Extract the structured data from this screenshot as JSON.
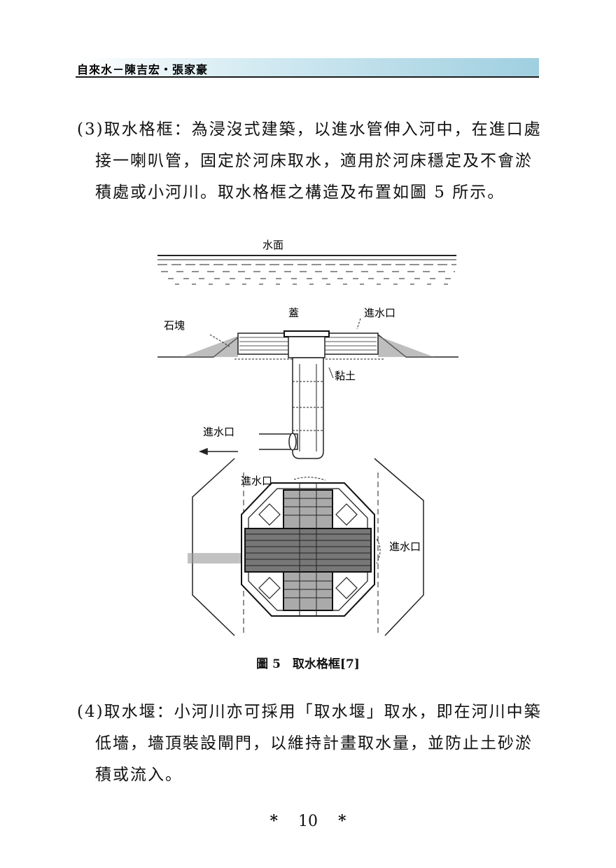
{
  "header": {
    "title": "自來水－陳吉宏‧張家豪"
  },
  "paragraph1": {
    "line1": "(3)取水格框：為浸沒式建築，以進水管伸入河中，在進口處",
    "line2": "接一喇叭管，固定於河床取水，適用於河床穩定及不會淤",
    "line3": "積處或小河川。取水格框之構造及布置如圖 5 所示。"
  },
  "figure": {
    "label_water_surface": "水面",
    "label_cover": "蓋",
    "label_inlet_top": "進水口",
    "label_stone": "石塊",
    "label_clay": "黏土",
    "label_inlet_pipe": "進水口",
    "label_inlet_plan_top": "進水口",
    "label_inlet_plan_right": "進水口",
    "caption": "圖 5　取水格框[7]"
  },
  "paragraph2": {
    "line1": "(4)取水堰：小河川亦可採用「取水堰」取水，即在河川中築",
    "line2": "低墻，墻頂裝設閘門，以維持計畫取水量，並防止土砂淤",
    "line3": "積或流入。"
  },
  "footer": {
    "page_number": "10",
    "left_mark": "*",
    "right_mark": "*"
  }
}
